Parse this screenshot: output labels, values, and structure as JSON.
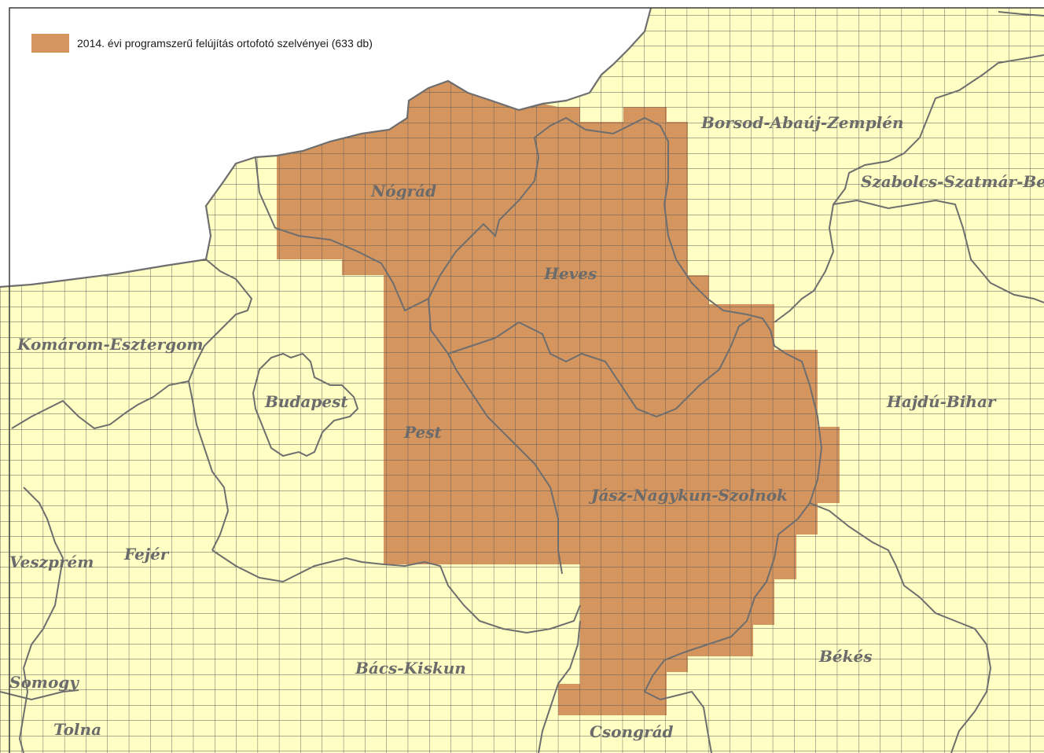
{
  "legend": {
    "label": "2014. évi programszerű felújítás ortofotó szelvényei (633 db)",
    "swatch_color": "#d4955f"
  },
  "colors": {
    "land": "#ffffc4",
    "highlight": "#d4955f",
    "grid": "#5a5a5a",
    "border": "#6e6e6e",
    "outside": "#ffffff"
  },
  "counties": [
    {
      "id": "nograd",
      "name": "Nógrád"
    },
    {
      "id": "heves",
      "name": "Heves"
    },
    {
      "id": "borsod",
      "name": "Borsod-Abaúj-Zemplén"
    },
    {
      "id": "szabolcs",
      "name": "Szabolcs-Szatmár-Bereg"
    },
    {
      "id": "komarom",
      "name": "Komárom-Esztergom"
    },
    {
      "id": "budapest",
      "name": "Budapest"
    },
    {
      "id": "pest",
      "name": "Pest"
    },
    {
      "id": "hajdu",
      "name": "Hajdú-Bihar"
    },
    {
      "id": "jasz",
      "name": "Jász-Nagykun-Szolnok"
    },
    {
      "id": "veszprem",
      "name": "Veszprém"
    },
    {
      "id": "fejer",
      "name": "Fejér"
    },
    {
      "id": "bacs",
      "name": "Bács-Kiskun"
    },
    {
      "id": "bekes",
      "name": "Békés"
    },
    {
      "id": "somogy",
      "name": "Somogy"
    },
    {
      "id": "tolna",
      "name": "Tolna"
    },
    {
      "id": "csongrad",
      "name": "Csongrád"
    }
  ]
}
